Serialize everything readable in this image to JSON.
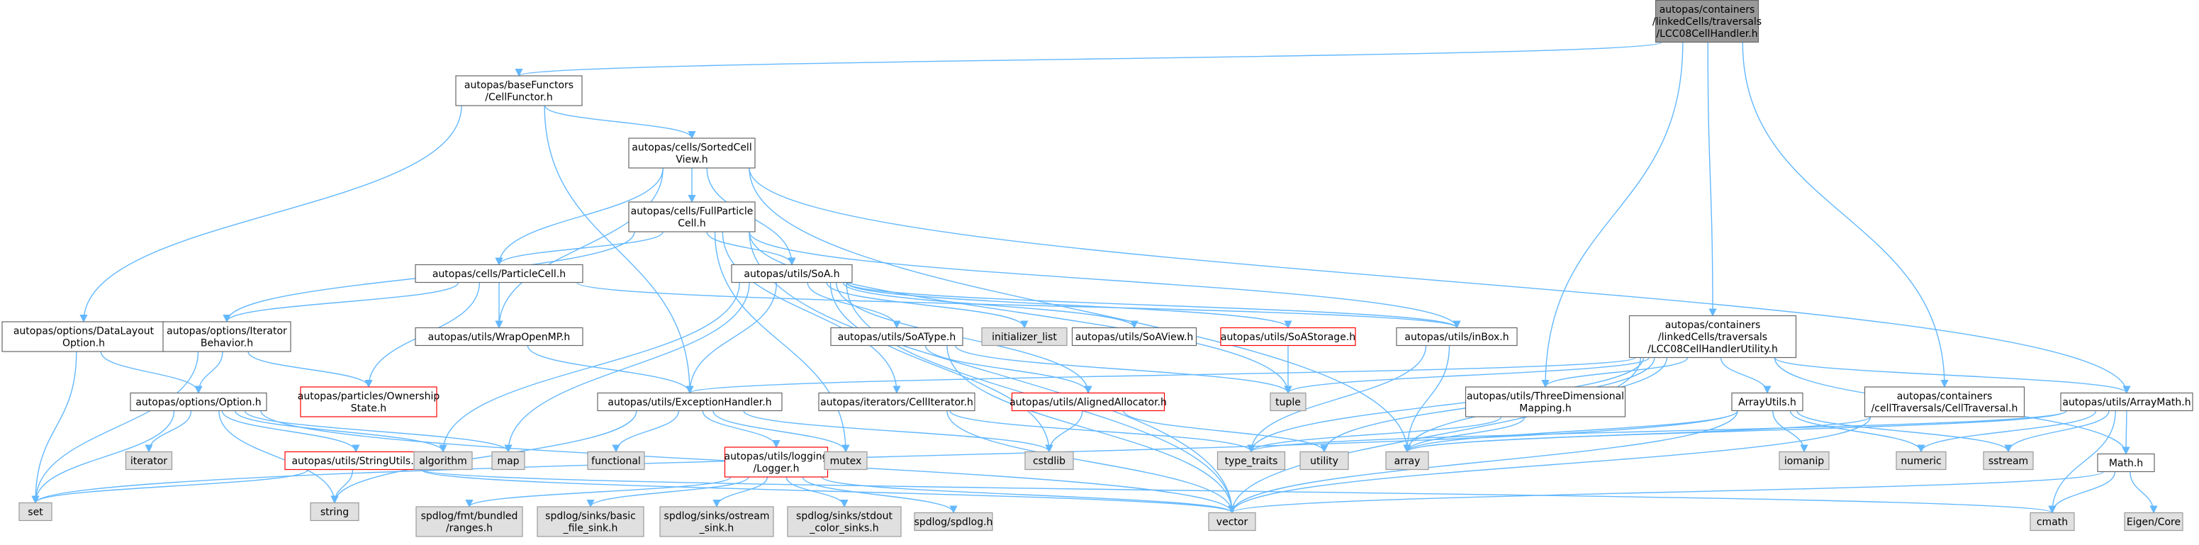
{
  "colors": {
    "root_fill": "#999999",
    "root_stroke": "#666666",
    "node_fill": "#ffffff",
    "node_stroke": "#666666",
    "external_fill": "#e0e0e0",
    "external_stroke": "#999999",
    "missing_stroke": "#ff0000",
    "edge": "#63b8ff"
  },
  "nodes": [
    {
      "id": "root",
      "kind": "root",
      "lines": [
        "autopas/containers",
        "/linkedCells/traversals",
        "/LCC08CellHandler.h"
      ]
    },
    {
      "id": "cellfunctor",
      "kind": "local",
      "lines": [
        "autopas/baseFunctors",
        "/CellFunctor.h"
      ]
    },
    {
      "id": "sortedcell",
      "kind": "local",
      "lines": [
        "autopas/cells/SortedCell",
        "View.h"
      ]
    },
    {
      "id": "fullparticle",
      "kind": "local",
      "lines": [
        "autopas/cells/FullParticle",
        "Cell.h"
      ]
    },
    {
      "id": "particlecell",
      "kind": "local",
      "lines": [
        "autopas/cells/ParticleCell.h"
      ]
    },
    {
      "id": "soa",
      "kind": "local",
      "lines": [
        "autopas/utils/SoA.h"
      ]
    },
    {
      "id": "datalayout",
      "kind": "local",
      "lines": [
        "autopas/options/DataLayout",
        "Option.h"
      ]
    },
    {
      "id": "iterbehavior",
      "kind": "local",
      "lines": [
        "autopas/options/Iterator",
        "Behavior.h"
      ]
    },
    {
      "id": "wrapopenmp",
      "kind": "local",
      "lines": [
        "autopas/utils/WrapOpenMP.h"
      ]
    },
    {
      "id": "soatype",
      "kind": "local",
      "lines": [
        "autopas/utils/SoAType.h"
      ]
    },
    {
      "id": "initlist",
      "kind": "external",
      "lines": [
        "initializer_list"
      ]
    },
    {
      "id": "soaview",
      "kind": "local",
      "lines": [
        "autopas/utils/SoAView.h"
      ]
    },
    {
      "id": "soastorage",
      "kind": "missing",
      "lines": [
        "autopas/utils/SoAStorage.h"
      ]
    },
    {
      "id": "inbox",
      "kind": "local",
      "lines": [
        "autopas/utils/inBox.h"
      ]
    },
    {
      "id": "lcc08util",
      "kind": "local",
      "lines": [
        "autopas/containers",
        "/linkedCells/traversals",
        "/LCC08CellHandlerUtility.h"
      ]
    },
    {
      "id": "option",
      "kind": "local",
      "lines": [
        "autopas/options/Option.h"
      ]
    },
    {
      "id": "ownership",
      "kind": "missing",
      "lines": [
        "autopas/particles/Ownership",
        "State.h"
      ]
    },
    {
      "id": "exception",
      "kind": "local",
      "lines": [
        "autopas/utils/ExceptionHandler.h"
      ]
    },
    {
      "id": "celliterator",
      "kind": "local",
      "lines": [
        "autopas/iterators/CellIterator.h"
      ]
    },
    {
      "id": "aligned",
      "kind": "missing",
      "lines": [
        "autopas/utils/AlignedAllocator.h"
      ]
    },
    {
      "id": "tuple",
      "kind": "external",
      "lines": [
        "tuple"
      ]
    },
    {
      "id": "threedim",
      "kind": "local",
      "lines": [
        "autopas/utils/ThreeDimensional",
        "Mapping.h"
      ]
    },
    {
      "id": "arrayutils",
      "kind": "local",
      "lines": [
        "ArrayUtils.h"
      ]
    },
    {
      "id": "celltraversal",
      "kind": "local",
      "lines": [
        "autopas/containers",
        "/cellTraversals/CellTraversal.h"
      ]
    },
    {
      "id": "arraymath",
      "kind": "local",
      "lines": [
        "autopas/utils/ArrayMath.h"
      ]
    },
    {
      "id": "iterator",
      "kind": "external",
      "lines": [
        "iterator"
      ]
    },
    {
      "id": "stringutils",
      "kind": "missing",
      "lines": [
        "autopas/utils/StringUtils.h"
      ]
    },
    {
      "id": "algorithm",
      "kind": "external",
      "lines": [
        "algorithm"
      ]
    },
    {
      "id": "map",
      "kind": "external",
      "lines": [
        "map"
      ]
    },
    {
      "id": "functional",
      "kind": "external",
      "lines": [
        "functional"
      ]
    },
    {
      "id": "logger",
      "kind": "missing",
      "lines": [
        "autopas/utils/logging",
        "/Logger.h"
      ]
    },
    {
      "id": "mutex",
      "kind": "external",
      "lines": [
        "mutex"
      ]
    },
    {
      "id": "cstdlib",
      "kind": "external",
      "lines": [
        "cstdlib"
      ]
    },
    {
      "id": "typetraits",
      "kind": "external",
      "lines": [
        "type_traits"
      ]
    },
    {
      "id": "utility",
      "kind": "external",
      "lines": [
        "utility"
      ]
    },
    {
      "id": "array",
      "kind": "external",
      "lines": [
        "array"
      ]
    },
    {
      "id": "iomanip",
      "kind": "external",
      "lines": [
        "iomanip"
      ]
    },
    {
      "id": "numeric",
      "kind": "external",
      "lines": [
        "numeric"
      ]
    },
    {
      "id": "sstream",
      "kind": "external",
      "lines": [
        "sstream"
      ]
    },
    {
      "id": "mathh",
      "kind": "local",
      "lines": [
        "Math.h"
      ]
    },
    {
      "id": "set",
      "kind": "external",
      "lines": [
        "set"
      ]
    },
    {
      "id": "string",
      "kind": "external",
      "lines": [
        "string"
      ]
    },
    {
      "id": "fmtranges",
      "kind": "external",
      "lines": [
        "spdlog/fmt/bundled",
        "/ranges.h"
      ]
    },
    {
      "id": "basicfile",
      "kind": "external",
      "lines": [
        "spdlog/sinks/basic",
        "_file_sink.h"
      ]
    },
    {
      "id": "ostream",
      "kind": "external",
      "lines": [
        "spdlog/sinks/ostream",
        "_sink.h"
      ]
    },
    {
      "id": "stdoutcolor",
      "kind": "external",
      "lines": [
        "spdlog/sinks/stdout",
        "_color_sinks.h"
      ]
    },
    {
      "id": "spdlogh",
      "kind": "external",
      "lines": [
        "spdlog/spdlog.h"
      ]
    },
    {
      "id": "vector",
      "kind": "external",
      "lines": [
        "vector"
      ]
    },
    {
      "id": "cmath",
      "kind": "external",
      "lines": [
        "cmath"
      ]
    },
    {
      "id": "eigen",
      "kind": "external",
      "lines": [
        "Eigen/Core"
      ]
    }
  ],
  "edges": [
    [
      "root",
      "cellfunctor"
    ],
    [
      "root",
      "lcc08util"
    ],
    [
      "root",
      "threedim"
    ],
    [
      "root",
      "celltraversal"
    ],
    [
      "cellfunctor",
      "sortedcell"
    ],
    [
      "cellfunctor",
      "datalayout"
    ],
    [
      "cellfunctor",
      "exception"
    ],
    [
      "sortedcell",
      "fullparticle"
    ],
    [
      "sortedcell",
      "particlecell"
    ],
    [
      "sortedcell",
      "soa"
    ],
    [
      "sortedcell",
      "wrapopenmp"
    ],
    [
      "sortedcell",
      "arraymath"
    ],
    [
      "sortedcell",
      "array"
    ],
    [
      "fullparticle",
      "particlecell"
    ],
    [
      "fullparticle",
      "soa"
    ],
    [
      "fullparticle",
      "iterbehavior"
    ],
    [
      "fullparticle",
      "inbox"
    ],
    [
      "fullparticle",
      "celliterator"
    ],
    [
      "fullparticle",
      "mutex"
    ],
    [
      "fullparticle",
      "vector"
    ],
    [
      "fullparticle",
      "tuple"
    ],
    [
      "particlecell",
      "iterbehavior"
    ],
    [
      "particlecell",
      "wrapopenmp"
    ],
    [
      "particlecell",
      "ownership"
    ],
    [
      "particlecell",
      "inbox"
    ],
    [
      "soa",
      "soatype"
    ],
    [
      "soa",
      "initlist"
    ],
    [
      "soa",
      "soaview"
    ],
    [
      "soa",
      "soastorage"
    ],
    [
      "soa",
      "inbox"
    ],
    [
      "soa",
      "aligned"
    ],
    [
      "soa",
      "exception"
    ],
    [
      "soa",
      "algorithm"
    ],
    [
      "soa",
      "map"
    ],
    [
      "soa",
      "vector"
    ],
    [
      "soa",
      "cstdlib"
    ],
    [
      "datalayout",
      "option"
    ],
    [
      "datalayout",
      "set"
    ],
    [
      "iterbehavior",
      "option"
    ],
    [
      "iterbehavior",
      "ownership"
    ],
    [
      "iterbehavior",
      "set"
    ],
    [
      "wrapopenmp",
      "exception"
    ],
    [
      "soatype",
      "aligned"
    ],
    [
      "soatype",
      "tuple"
    ],
    [
      "soatype",
      "vector"
    ],
    [
      "soastorage",
      "tuple"
    ],
    [
      "inbox",
      "array"
    ],
    [
      "inbox",
      "typetraits"
    ],
    [
      "lcc08util",
      "exception"
    ],
    [
      "lcc08util",
      "threedim"
    ],
    [
      "lcc08util",
      "arrayutils"
    ],
    [
      "lcc08util",
      "arraymath"
    ],
    [
      "lcc08util",
      "array"
    ],
    [
      "lcc08util",
      "vector"
    ],
    [
      "lcc08util",
      "typetraits"
    ],
    [
      "lcc08util",
      "utility"
    ],
    [
      "lcc08util",
      "tuple"
    ],
    [
      "lcc08util",
      "mathh"
    ],
    [
      "option",
      "iterator"
    ],
    [
      "option",
      "stringutils"
    ],
    [
      "option",
      "algorithm"
    ],
    [
      "option",
      "map"
    ],
    [
      "option",
      "set"
    ],
    [
      "option",
      "string"
    ],
    [
      "option",
      "vector"
    ],
    [
      "exception",
      "functional"
    ],
    [
      "exception",
      "logger"
    ],
    [
      "exception",
      "mutex"
    ],
    [
      "exception",
      "cstdlib"
    ],
    [
      "exception",
      "string"
    ],
    [
      "celliterator",
      "typetraits"
    ],
    [
      "celliterator",
      "vector"
    ],
    [
      "aligned",
      "cstdlib"
    ],
    [
      "aligned",
      "utility"
    ],
    [
      "threedim",
      "array"
    ],
    [
      "threedim",
      "typetraits"
    ],
    [
      "arrayutils",
      "array"
    ],
    [
      "arrayutils",
      "iomanip"
    ],
    [
      "arrayutils",
      "numeric"
    ],
    [
      "arrayutils",
      "sstream"
    ],
    [
      "arrayutils",
      "vector"
    ],
    [
      "arrayutils",
      "set"
    ],
    [
      "celltraversal",
      "array"
    ],
    [
      "celltraversal",
      "vector"
    ],
    [
      "arraymath",
      "array"
    ],
    [
      "arraymath",
      "numeric"
    ],
    [
      "arraymath",
      "sstream"
    ],
    [
      "arraymath",
      "mathh"
    ],
    [
      "arraymath",
      "cmath"
    ],
    [
      "arraymath",
      "typetraits"
    ],
    [
      "stringutils",
      "set"
    ],
    [
      "stringutils",
      "string"
    ],
    [
      "stringutils",
      "vector"
    ],
    [
      "stringutils",
      "cmath"
    ],
    [
      "logger",
      "fmtranges"
    ],
    [
      "logger",
      "basicfile"
    ],
    [
      "logger",
      "ostream"
    ],
    [
      "logger",
      "stdoutcolor"
    ],
    [
      "logger",
      "spdlogh"
    ],
    [
      "logger",
      "vector"
    ],
    [
      "mathh",
      "cmath"
    ],
    [
      "mathh",
      "eigen"
    ],
    [
      "mathh",
      "vector"
    ]
  ]
}
